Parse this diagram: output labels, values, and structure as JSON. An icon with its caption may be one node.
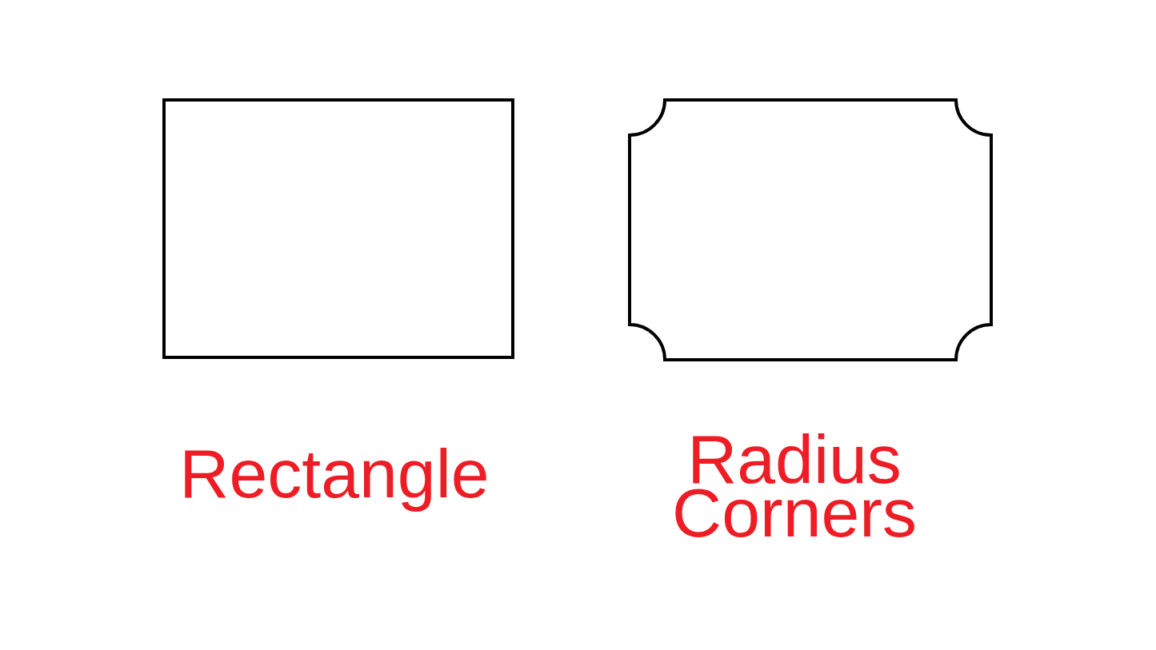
{
  "diagram": {
    "nodes": [
      {
        "text": [],
        "shape": "box",
        "beside": [
          "Rectangle"
        ]
      },
      {
        "text": [],
        "shape": "box",
        "beside": [
          "Radius Corners"
        ]
      }
    ]
  }
}
